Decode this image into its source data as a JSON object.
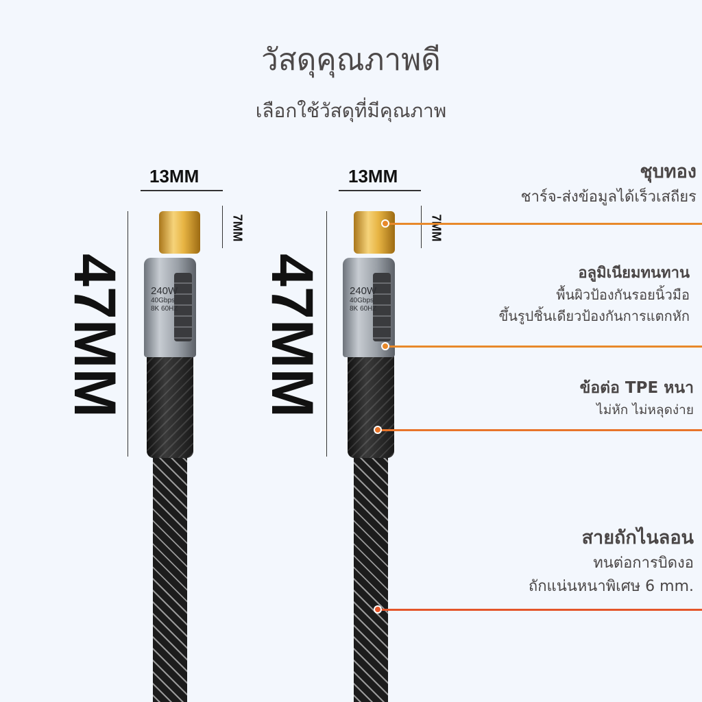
{
  "title": "วัสดุคุณภาพดี",
  "subtitle": "เลือกใช้วัสดุที่มีคุณภาพ",
  "dimensions": {
    "width": "13MM",
    "length": "47MM",
    "tip": "7MM"
  },
  "connector_print": {
    "power": "240W",
    "speed": "40Gbps",
    "video": "8K 60HZ"
  },
  "annotations": [
    {
      "heading": "ชุบทอง",
      "lines": [
        "ชาร์จ-ส่งข้อมูลได้เร็วเสถียร"
      ]
    },
    {
      "heading": "อลูมิเนียมทนทาน",
      "lines": [
        "พื้นผิวป้องกันรอยนิ้วมือ",
        "ขึ้นรูปชิ้นเดียวป้องกันการแตกหัก"
      ]
    },
    {
      "heading": "ข้อต่อ TPE หนา",
      "lines": [
        "ไม่หัก ไม่หลุดง่าย"
      ]
    },
    {
      "heading": "สายถักไนลอน",
      "lines": [
        "ทนต่อการบิดงอ",
        "ถักแน่นหนาพิเศษ 6 mm."
      ]
    }
  ],
  "colors": {
    "background": "#f3f7fd",
    "accent": "#e8892a",
    "accent_last": "#e4552a"
  }
}
